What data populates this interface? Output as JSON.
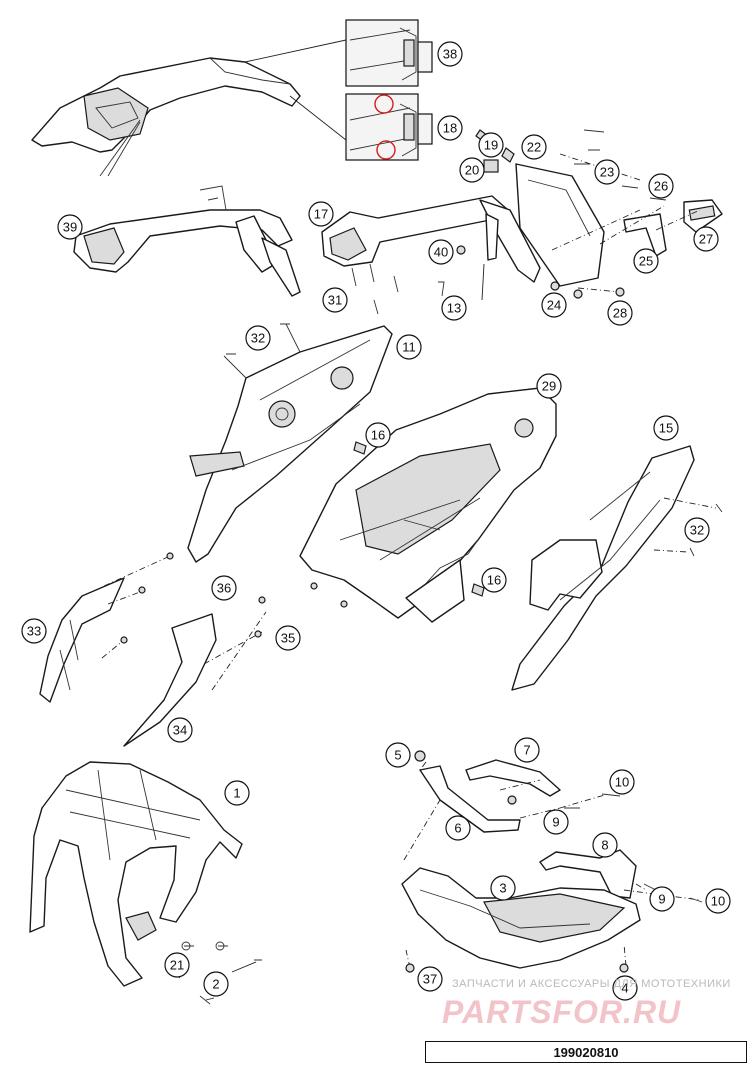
{
  "drawing_number": "199020810",
  "watermark": {
    "tagline": "ЗАПЧАСТИ И АКСЕССУАРЫ ДЛЯ МОТОТЕХНИКИ",
    "logo": "PARTSFOR.RU",
    "color": "#f2c3c9"
  },
  "callout_labels": [
    "1",
    "2",
    "3",
    "4",
    "5",
    "6",
    "7",
    "8",
    "9",
    "10",
    "11",
    "13",
    "15",
    "16",
    "17",
    "18",
    "19",
    "20",
    "21",
    "22",
    "23",
    "24",
    "25",
    "26",
    "27",
    "28",
    "29",
    "31",
    "32",
    "33",
    "34",
    "35",
    "36",
    "37",
    "38",
    "39",
    "40"
  ],
  "icons": [
    "callout-circle",
    "inset-detail",
    "red-highlight-circle"
  ]
}
